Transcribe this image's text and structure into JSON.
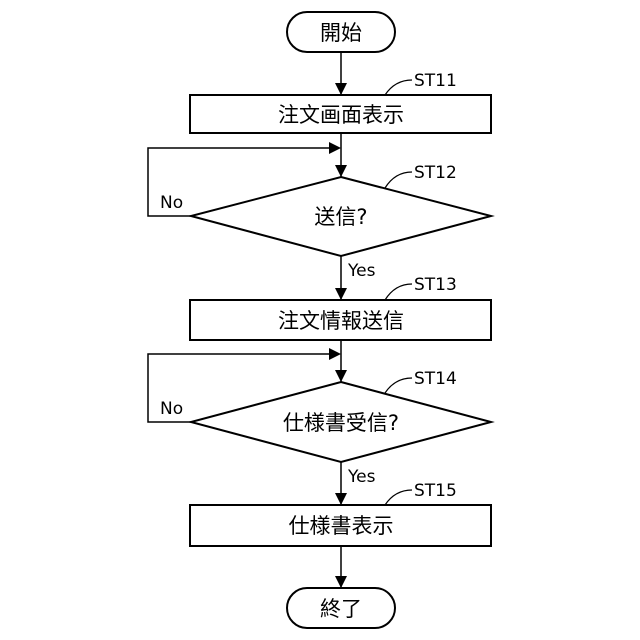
{
  "flowchart": {
    "start": {
      "label": "開始"
    },
    "end": {
      "label": "終了"
    },
    "steps": [
      {
        "id": "ST11",
        "label": "注文画面表示",
        "type": "process"
      },
      {
        "id": "ST12",
        "label": "送信?",
        "type": "decision"
      },
      {
        "id": "ST13",
        "label": "注文情報送信",
        "type": "process"
      },
      {
        "id": "ST14",
        "label": "仕様書受信?",
        "type": "decision"
      },
      {
        "id": "ST15",
        "label": "仕様書表示",
        "type": "process"
      }
    ],
    "branches": {
      "st12_no": "No",
      "st12_yes": "Yes",
      "st14_no": "No",
      "st14_yes": "Yes"
    }
  }
}
